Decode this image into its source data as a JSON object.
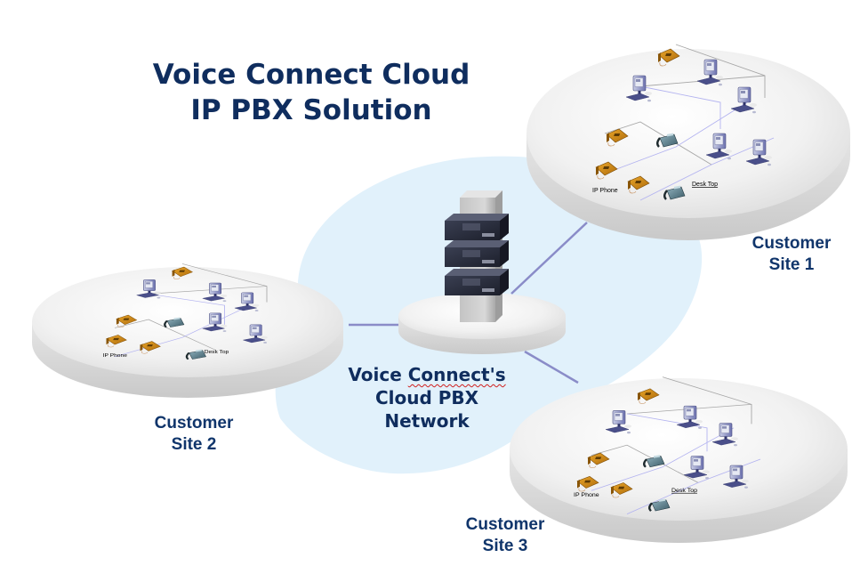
{
  "title": {
    "line1": "Voice Connect Cloud",
    "line2": "IP PBX Solution"
  },
  "cloud": {
    "label_part1": "Voice ",
    "label_part2": "Connect's",
    "label_line2": "Cloud PBX",
    "label_line3": "Network"
  },
  "sites": [
    {
      "name_line1": "Customer",
      "name_line2": "Site 1",
      "ip_phone_label": "IP Phone",
      "desktop_label": "Desk Top"
    },
    {
      "name_line1": "Customer",
      "name_line2": "Site 2",
      "ip_phone_label": "IP Phone",
      "desktop_label": "Desk Top"
    },
    {
      "name_line1": "Customer",
      "name_line2": "Site 3",
      "ip_phone_label": "IP Phone",
      "desktop_label": "Desk Top"
    }
  ],
  "colors": {
    "title": "#0f2d5e",
    "cloud_fill": "#e1f1fb",
    "link_line": "#8a8cc8",
    "platform_top": "#f2f2f2",
    "platform_side": "#d4d4d4",
    "ip_phone": "#d08a14",
    "desk_phone": "#5c7c88",
    "computer": "#4a4f8a"
  }
}
